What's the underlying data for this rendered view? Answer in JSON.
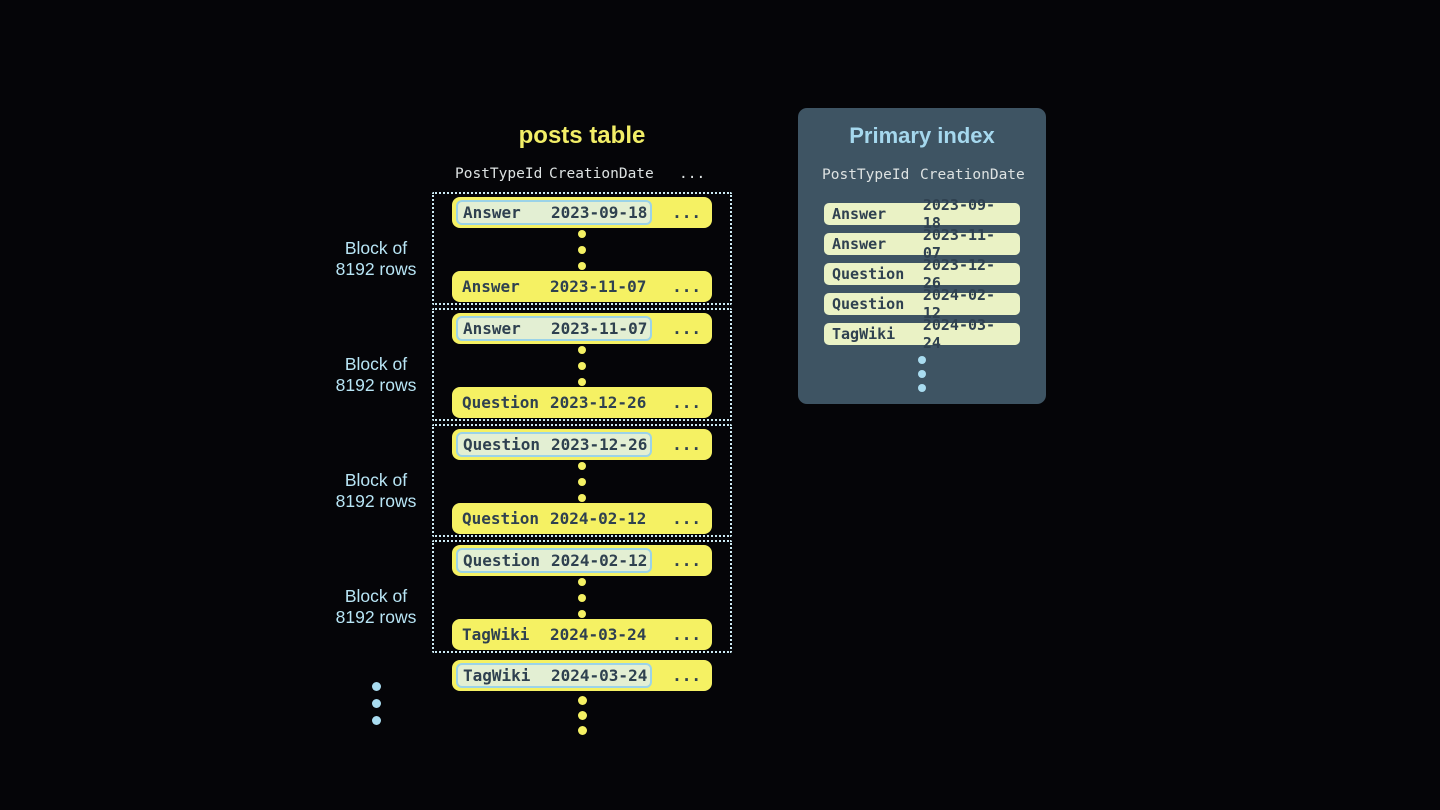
{
  "colors": {
    "background": "#050508",
    "row_yellow": "#F5F163",
    "highlight_green": "#E3EFD3",
    "highlight_border": "#9BD3E8",
    "dark_text": "#2F4150",
    "panel_bg": "#3E5463",
    "index_row_bg": "#EAF2C5",
    "light_blue": "#A9DCF0",
    "title_yellow": "#F2EE67",
    "header_text": "#DDE2E2",
    "dotted_border": "#CBE9F2"
  },
  "posts_table": {
    "title": "posts table",
    "header": {
      "col1": "PostTypeId",
      "col2": "CreationDate",
      "more": "..."
    },
    "block_label": {
      "line1": "Block of",
      "line2": "8192 rows"
    },
    "blocks": [
      {
        "first_row": {
          "type": "Answer",
          "date": "2023-09-18",
          "more": "..."
        },
        "last_row": {
          "type": "Answer",
          "date": "2023-11-07",
          "more": "..."
        }
      },
      {
        "first_row": {
          "type": "Answer",
          "date": "2023-11-07",
          "more": "..."
        },
        "last_row": {
          "type": "Question",
          "date": "2023-12-26",
          "more": "..."
        }
      },
      {
        "first_row": {
          "type": "Question",
          "date": "2023-12-26",
          "more": "..."
        },
        "last_row": {
          "type": "Question",
          "date": "2024-02-12",
          "more": "..."
        }
      },
      {
        "first_row": {
          "type": "Question",
          "date": "2024-02-12",
          "more": "..."
        },
        "last_row": {
          "type": "TagWiki",
          "date": "2024-03-24",
          "more": "..."
        }
      }
    ],
    "overflow_row": {
      "type": "TagWiki",
      "date": "2024-03-24",
      "more": "..."
    }
  },
  "primary_index": {
    "title": "Primary index",
    "header": {
      "col1": "PostTypeId",
      "col2": "CreationDate"
    },
    "rows": [
      {
        "type": "Answer",
        "date": "2023-09-18"
      },
      {
        "type": "Answer",
        "date": "2023-11-07"
      },
      {
        "type": "Question",
        "date": "2023-12-26"
      },
      {
        "type": "Question",
        "date": "2024-02-12"
      },
      {
        "type": "TagWiki",
        "date": "2024-03-24"
      }
    ]
  }
}
